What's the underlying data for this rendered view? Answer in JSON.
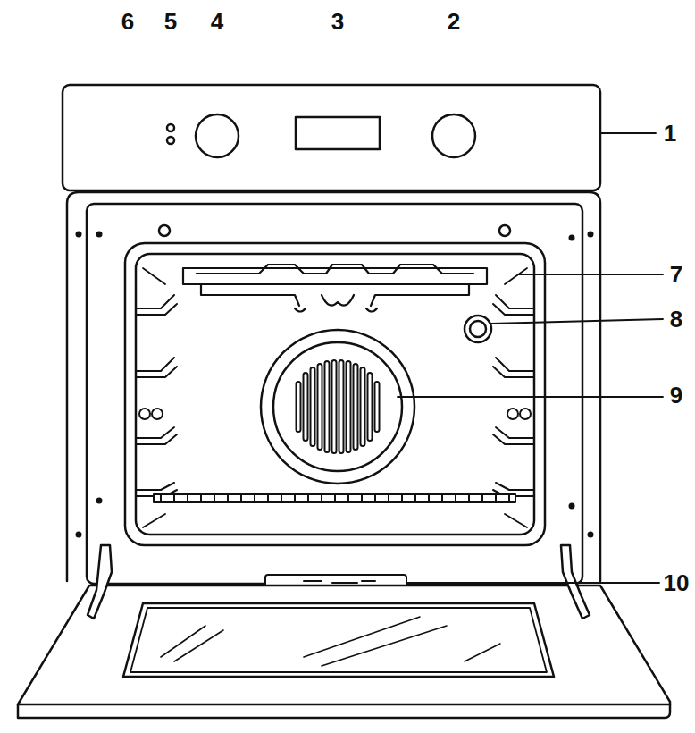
{
  "diagram": {
    "labels": [
      "6",
      "5",
      "4",
      "3",
      "2",
      "1",
      "7",
      "8",
      "9",
      "10"
    ]
  }
}
